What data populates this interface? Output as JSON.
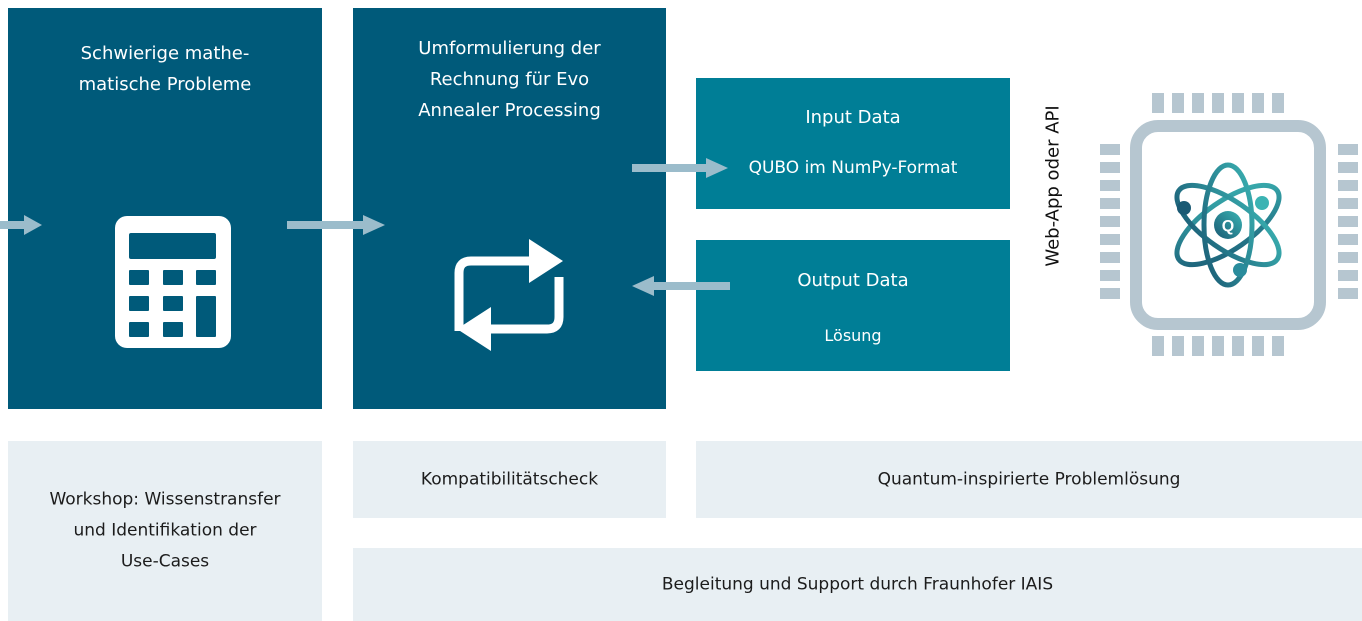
{
  "colors": {
    "dark_box": "#005a7a",
    "teal_box": "#007e96",
    "light_box": "#e8eff3",
    "arrow": "#9bbccb",
    "chip_frame": "#b6c6d0",
    "atom_gradient": [
      "#1a5a74",
      "#3bb3b3"
    ]
  },
  "boxes": {
    "problems": {
      "title": "Schwierige mathe-\nmatische Probleme",
      "icon": "calculator-icon"
    },
    "reformulation": {
      "title": "Umformulierung der\nRechnung für Evo\nAnnealer Processing",
      "icon": "repeat-arrows-icon"
    },
    "input": {
      "title": "Input Data",
      "subtitle": "QUBO im NumPy-Format"
    },
    "output": {
      "title": "Output Data",
      "subtitle": "Lösung"
    }
  },
  "interface_label": "Web-App oder API",
  "chip": {
    "icon": "quantum-chip-icon",
    "letter": "Q"
  },
  "phases": {
    "workshop": "Workshop: Wissenstransfer\nund Identifikation der\nUse-Cases",
    "compatibility": "Kompatibilitätscheck",
    "quantum": "Quantum-inspirierte Problemlösung",
    "support": "Begleitung und Support durch Fraunhofer IAIS"
  }
}
